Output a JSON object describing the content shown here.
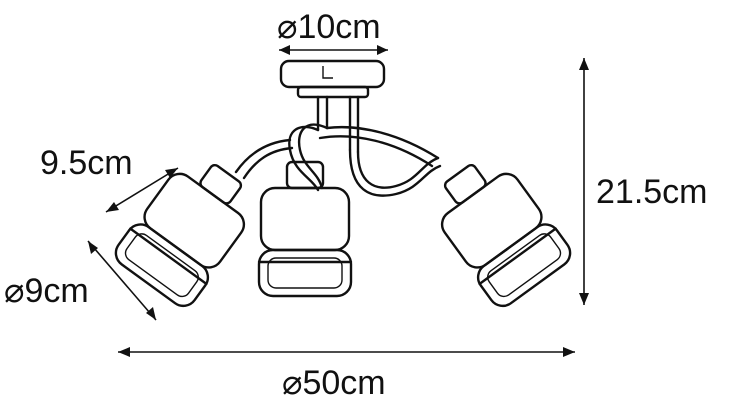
{
  "dimensions": {
    "mount_diameter": "⌀10cm",
    "height": "21.5cm",
    "shade_length": "9.5cm",
    "shade_diameter": "⌀9cm",
    "overall_diameter": "⌀50cm"
  },
  "colors": {
    "line": "#111111",
    "background": "#ffffff"
  }
}
